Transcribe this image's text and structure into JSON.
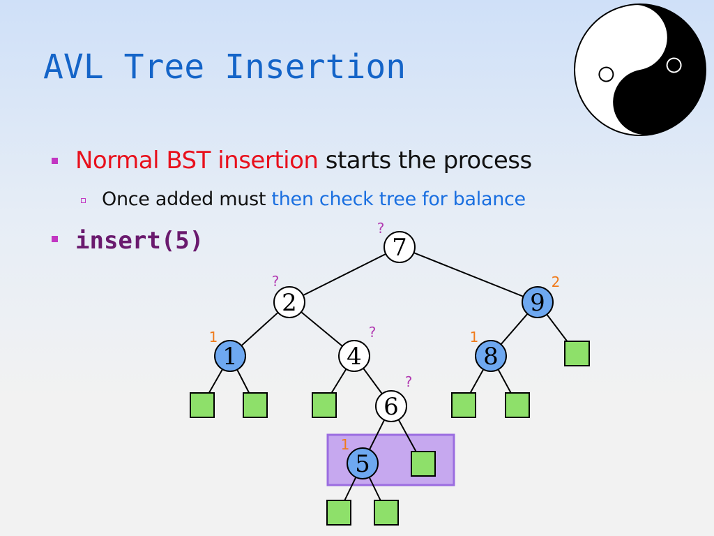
{
  "title": "AVL Tree Insertion",
  "bullets": {
    "b1_red": "Normal BST insertion",
    "b1_black": " starts the process",
    "b2_black": "Once added must ",
    "b2_blue": "then check tree for balance",
    "b3_code": "insert(5)"
  },
  "tree": {
    "nodes": [
      {
        "id": "n7",
        "label": "7",
        "highlight": false,
        "badge": "?",
        "badge_kind": "q"
      },
      {
        "id": "n2",
        "label": "2",
        "highlight": false,
        "badge": "?",
        "badge_kind": "q"
      },
      {
        "id": "n9",
        "label": "9",
        "highlight": true,
        "badge": "2",
        "badge_kind": "h"
      },
      {
        "id": "n1",
        "label": "1",
        "highlight": true,
        "badge": "1",
        "badge_kind": "h"
      },
      {
        "id": "n4",
        "label": "4",
        "highlight": false,
        "badge": "?",
        "badge_kind": "q"
      },
      {
        "id": "n8",
        "label": "8",
        "highlight": true,
        "badge": "1",
        "badge_kind": "h"
      },
      {
        "id": "n6",
        "label": "6",
        "highlight": false,
        "badge": "?",
        "badge_kind": "q"
      },
      {
        "id": "n5",
        "label": "5",
        "highlight": true,
        "badge": "1",
        "badge_kind": "h"
      }
    ],
    "colors": {
      "node_fill": "#ffffff",
      "node_highlight_fill": "#6ea8f0",
      "leaf_fill": "#8ee06a",
      "highlight_box_fill": "#c6a8ef",
      "highlight_box_stroke": "#9b6de0"
    }
  }
}
